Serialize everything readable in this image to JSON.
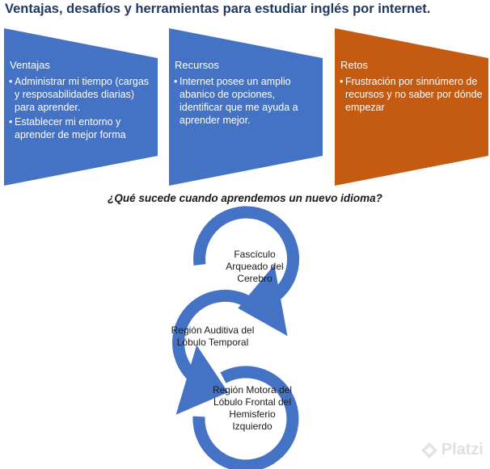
{
  "title": "Ventajas, desafíos y herramientas para estudiar inglés por internet.",
  "panels": [
    {
      "title": "Ventajas",
      "color": "#4472c4",
      "bullets": [
        "Administrar mi tiempo (cargas y resposabilidades diarias) para aprender.",
        "Establecer mi entorno y aprender de mejor forma"
      ]
    },
    {
      "title": "Recursos",
      "color": "#4472c4",
      "bullets": [
        "Internet posee un amplio abanico de opciones, identificar que me ayuda a aprender mejor."
      ]
    },
    {
      "title": "Retos",
      "color": "#c55a11",
      "bullets": [
        "Frustración por sinnúmero de recursos y no saber por dónde empezar"
      ]
    }
  ],
  "question": "¿Qué sucede cuando aprendemos un nuevo idioma?",
  "cycle": {
    "color": "#4472c4",
    "steps": [
      "Fascículo Arqueado del Cerebro",
      "Región Auditiva del Lóbulo Temporal",
      "Región Motora del Lóbulo Frontal del Hemisferio Izquierdo"
    ]
  },
  "watermark": "Platzi"
}
